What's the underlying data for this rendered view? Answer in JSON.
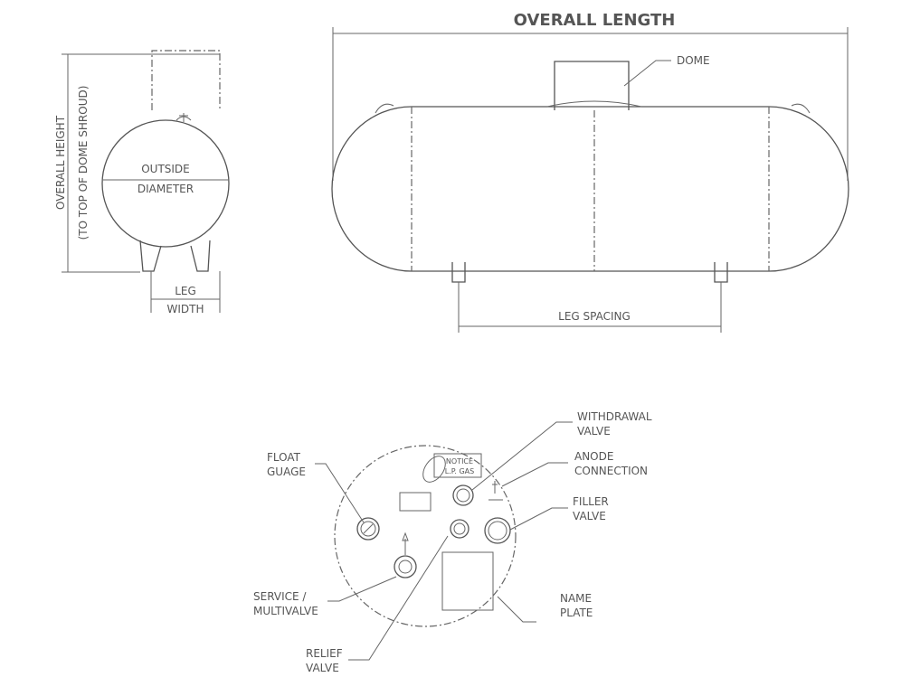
{
  "end_view": {
    "overall_height": "OVERALL HEIGHT",
    "overall_height_note": "(TO TOP OF DOME SHROUD)",
    "outside": "OUTSIDE",
    "diameter": "DIAMETER",
    "leg": "LEG",
    "width": "WIDTH"
  },
  "side_view": {
    "overall_length": "OVERALL LENGTH",
    "dome": "DOME",
    "leg_spacing": "LEG SPACING"
  },
  "dome_view": {
    "float_gauge": [
      "FLOAT",
      "GUAGE"
    ],
    "withdrawal_valve": [
      "WITHDRAWAL",
      "VALVE"
    ],
    "anode_connection": [
      "ANODE",
      "CONNECTION"
    ],
    "filler_valve": [
      "FILLER",
      "VALVE"
    ],
    "service_multivalve": [
      "SERVICE /",
      "MULTIVALVE"
    ],
    "name_plate": [
      "NAME",
      "PLATE"
    ],
    "relief_valve": [
      "RELIEF",
      "VALVE"
    ],
    "notice_tag": [
      "NOTICE",
      "L.P. GAS"
    ]
  }
}
